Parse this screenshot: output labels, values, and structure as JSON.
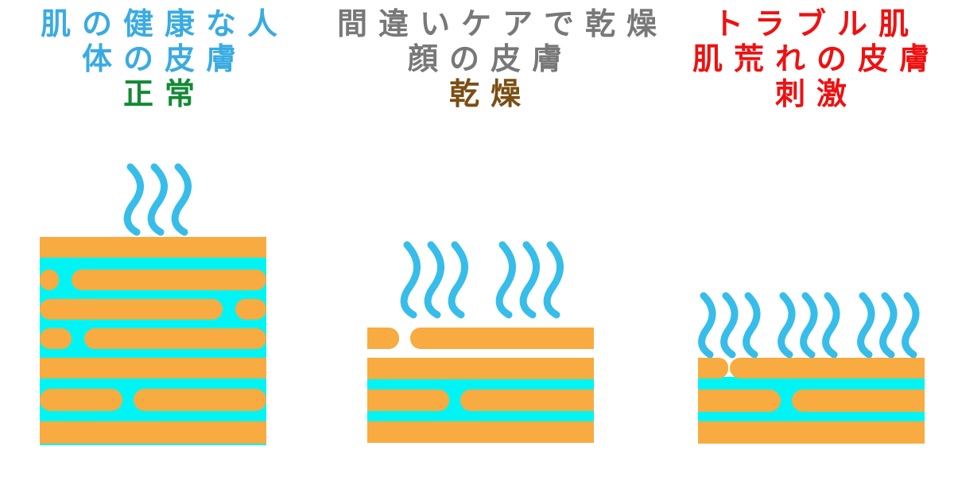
{
  "colors": {
    "water": "#37bde9",
    "gap": "#00f4f4",
    "cell": "#f7ab40",
    "healthy_title": "#3aabe2",
    "healthy_status": "#128a35",
    "dry_title": "#787878",
    "dry_status": "#7b4e12",
    "trouble_title": "#ee1111",
    "trouble_status": "#ee1111"
  },
  "panels": [
    {
      "line1": "肌の健康な人",
      "line2": "体の皮膚",
      "status": "正常"
    },
    {
      "line1": "間違いケアで乾燥",
      "line2": "顔の皮膚",
      "status": "乾燥"
    },
    {
      "line1": "トラブル肌",
      "line2": "肌荒れの皮膚",
      "status": "刺激"
    }
  ]
}
